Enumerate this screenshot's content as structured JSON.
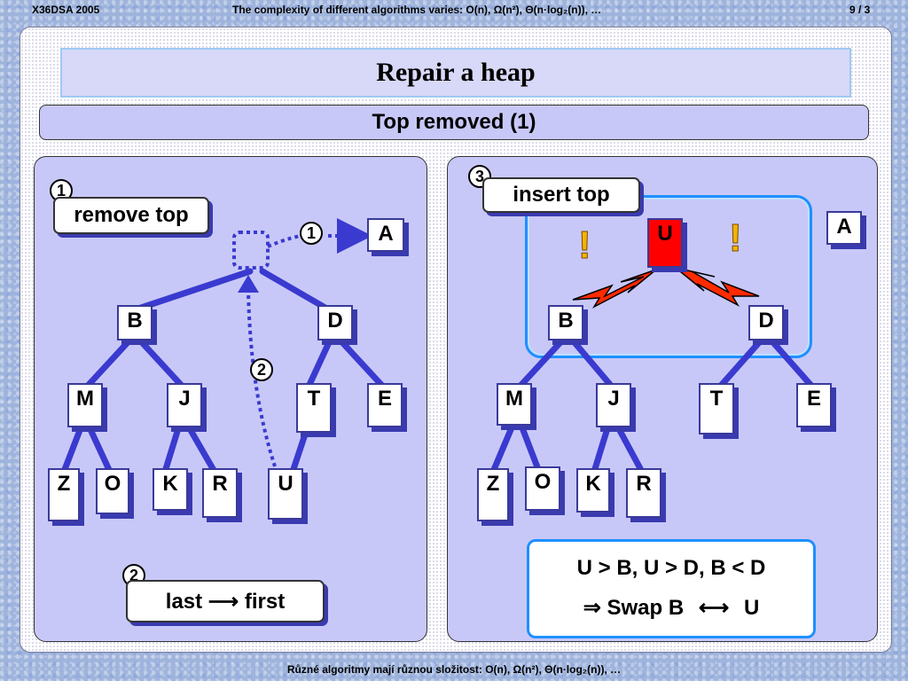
{
  "header": {
    "left": "X36DSA  2005",
    "center": "The complexity of different algorithms varies:  O(n), Ω(n²), Θ(n·log₂(n)), …",
    "right": "9 / 3"
  },
  "footer": "Různé algoritmy mají různou složitost:  O(n), Ω(n²), Θ(n·log₂(n)), …",
  "title": "Repair a heap",
  "subtitle": "Top removed   (1)",
  "left_panel": {
    "step1_num": "1",
    "step1_label": "remove top",
    "arrow_num": "1",
    "removed_node": "A",
    "path_num": "2",
    "step2_num": "2",
    "step2_label": "last ⟶ first",
    "nodes": {
      "B": "B",
      "D": "D",
      "M": "M",
      "J": "J",
      "T": "T",
      "E": "E",
      "Z": "Z",
      "O": "O",
      "K": "K",
      "R": "R",
      "U": "U"
    }
  },
  "right_panel": {
    "step3_num": "3",
    "step3_label": "insert top",
    "top_node": "U",
    "removed_node": "A",
    "nodes": {
      "B": "B",
      "D": "D",
      "M": "M",
      "J": "J",
      "T": "T",
      "E": "E",
      "Z": "Z",
      "O": "O",
      "K": "K",
      "R": "R"
    },
    "info_line1": "U > B,  U > D,  B < D",
    "info_line2_left": "⇒  Swap  B",
    "info_line2_arrow": "⟷",
    "info_line2_right": "U"
  },
  "colors": {
    "edge": "#3a3ad0",
    "node_shadow": "#3a3ab0",
    "highlight": "#1e90ff",
    "top_red": "#ff0000"
  }
}
